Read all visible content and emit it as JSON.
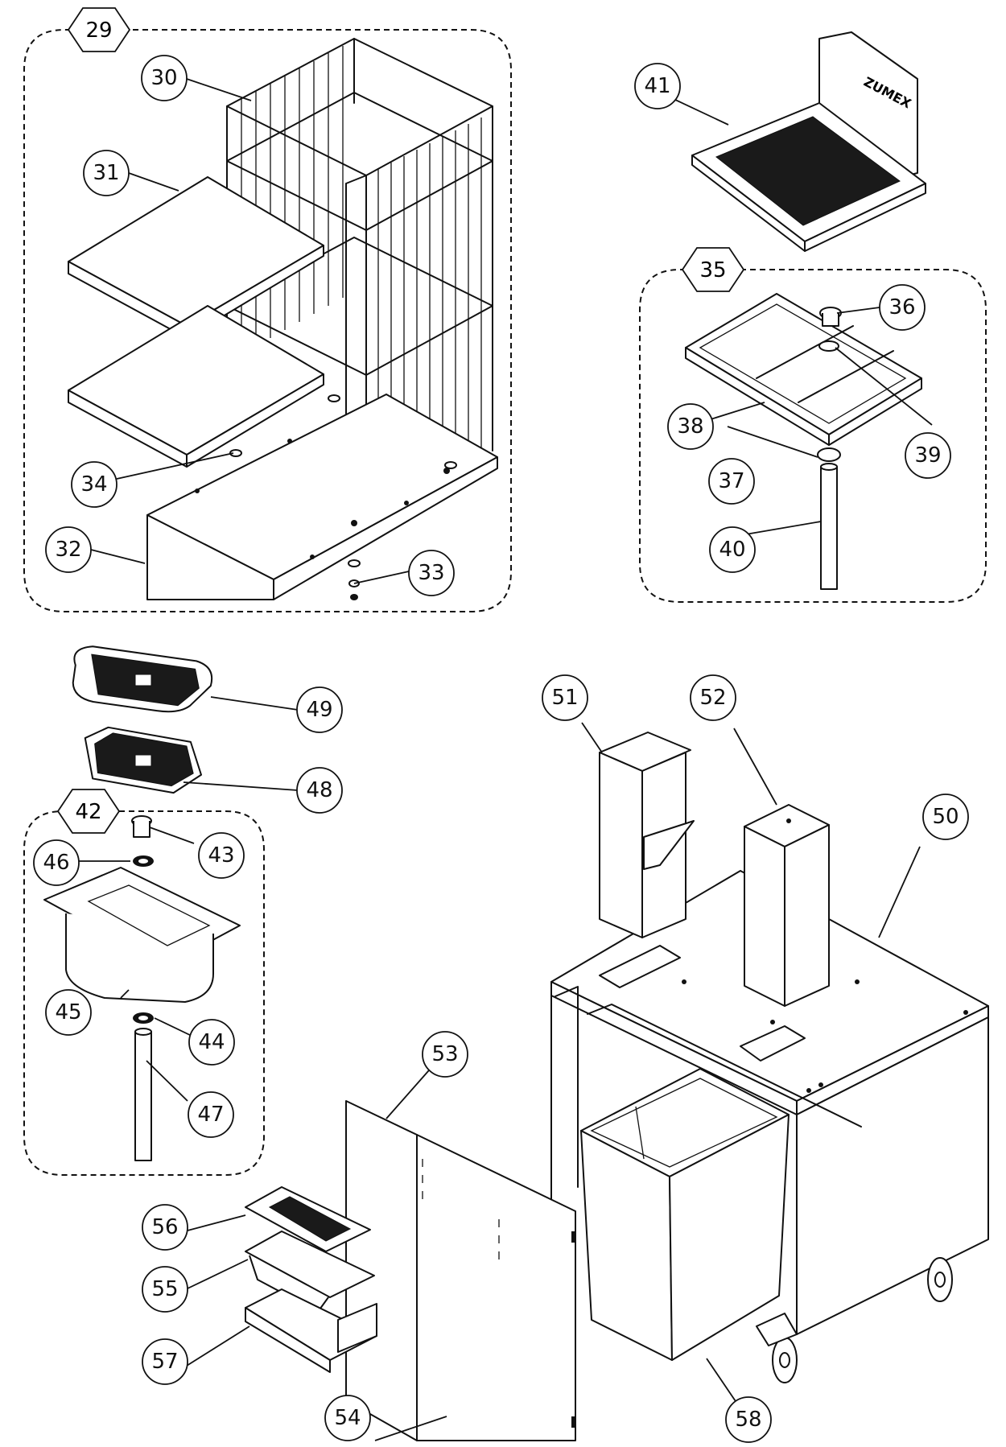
{
  "diagram": {
    "group_tags": [
      {
        "id": "g29",
        "label": "29"
      },
      {
        "id": "g35",
        "label": "35"
      },
      {
        "id": "g42",
        "label": "42"
      }
    ],
    "callouts": [
      {
        "id": "c30",
        "label": "30"
      },
      {
        "id": "c31",
        "label": "31"
      },
      {
        "id": "c32",
        "label": "32"
      },
      {
        "id": "c33",
        "label": "33"
      },
      {
        "id": "c34",
        "label": "34"
      },
      {
        "id": "c36",
        "label": "36"
      },
      {
        "id": "c37",
        "label": "37"
      },
      {
        "id": "c38",
        "label": "38"
      },
      {
        "id": "c39",
        "label": "39"
      },
      {
        "id": "c40",
        "label": "40"
      },
      {
        "id": "c41",
        "label": "41"
      },
      {
        "id": "c43",
        "label": "43"
      },
      {
        "id": "c44",
        "label": "44"
      },
      {
        "id": "c45",
        "label": "45"
      },
      {
        "id": "c46",
        "label": "46"
      },
      {
        "id": "c47",
        "label": "47"
      },
      {
        "id": "c48",
        "label": "48"
      },
      {
        "id": "c49",
        "label": "49"
      },
      {
        "id": "c50",
        "label": "50"
      },
      {
        "id": "c51",
        "label": "51"
      },
      {
        "id": "c52",
        "label": "52"
      },
      {
        "id": "c53",
        "label": "53"
      },
      {
        "id": "c54",
        "label": "54"
      },
      {
        "id": "c55",
        "label": "55"
      },
      {
        "id": "c56",
        "label": "56"
      },
      {
        "id": "c57",
        "label": "57"
      },
      {
        "id": "c58",
        "label": "58"
      }
    ],
    "logo_text": "ZUMEX"
  }
}
